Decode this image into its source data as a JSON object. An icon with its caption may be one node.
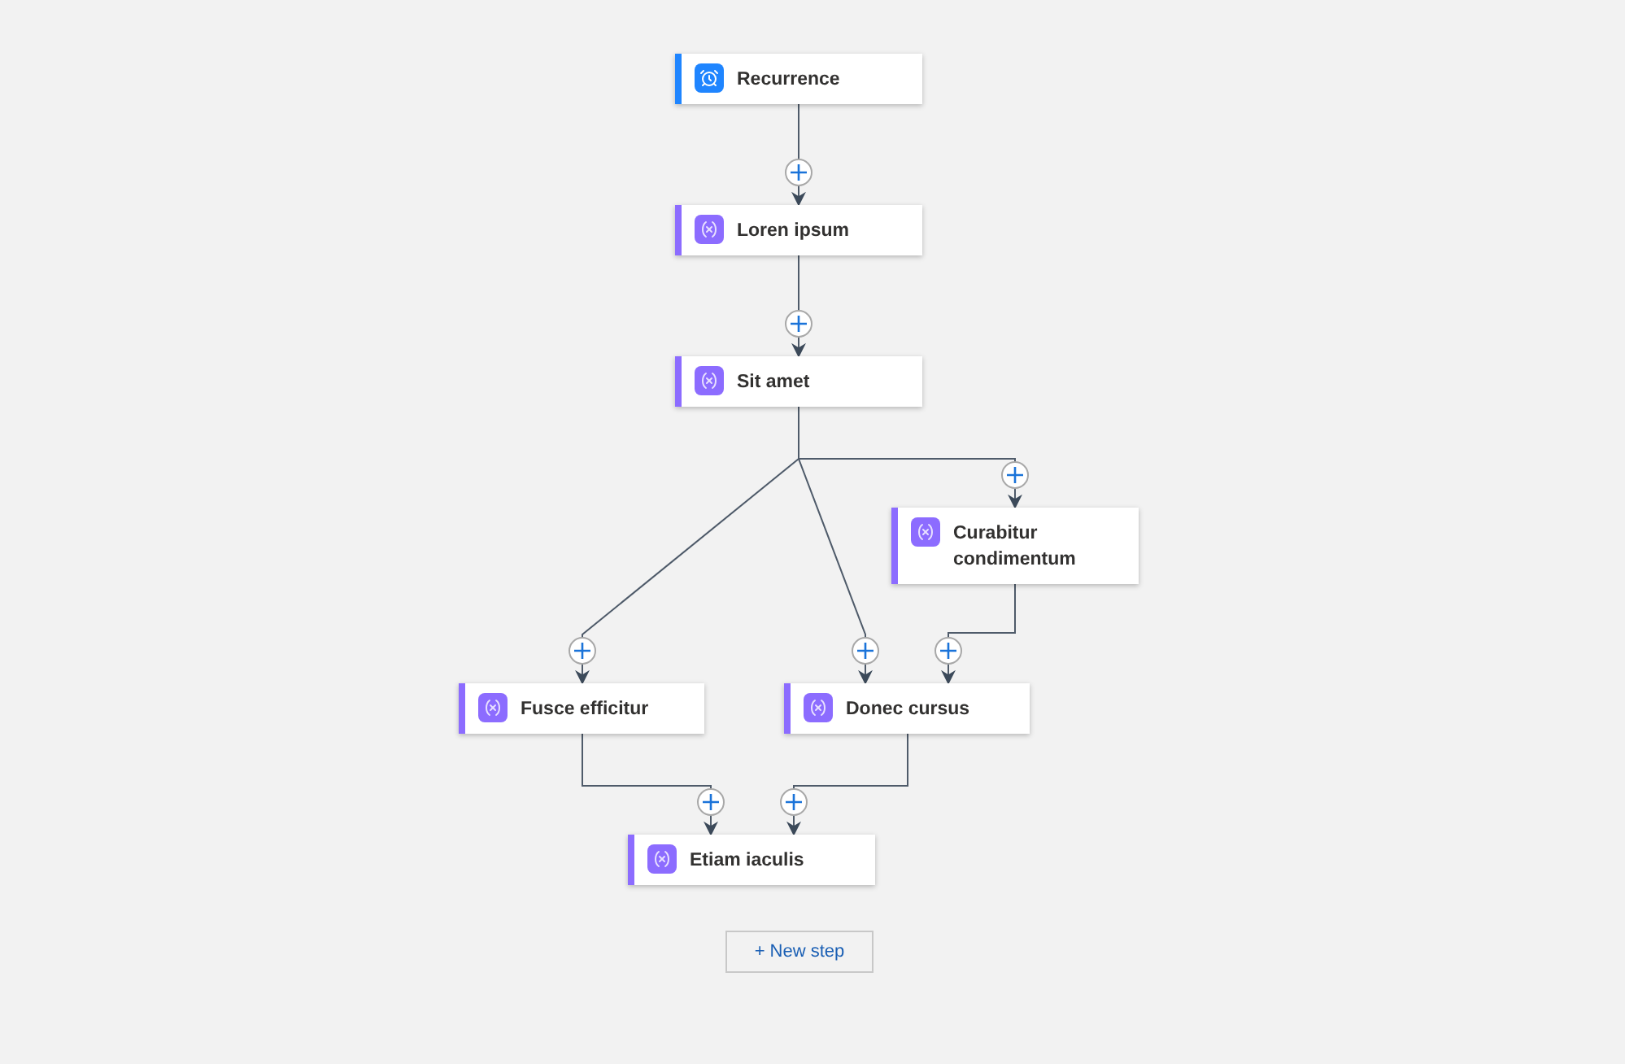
{
  "diagram": {
    "nodes": [
      {
        "text": [
          "Recurrence"
        ]
      },
      {
        "text": [
          "Loren ipsum"
        ]
      },
      {
        "text": [
          "Sit amet"
        ]
      },
      {
        "text": [
          "Curabitur condimentum"
        ]
      },
      {
        "text": [
          "Fusce efficitur"
        ]
      },
      {
        "text": [
          "Donec cursus"
        ]
      },
      {
        "text": [
          "Etiam iaculis"
        ]
      }
    ],
    "edges": [
      {
        "from": 0,
        "to": 1,
        "arrow": "to"
      },
      {
        "from": 1,
        "to": 2,
        "arrow": "to"
      },
      {
        "from": 2,
        "to": 4,
        "arrow": "to"
      },
      {
        "from": 2,
        "to": 5,
        "arrow": "to"
      },
      {
        "from": 2,
        "to": 3,
        "arrow": "to"
      },
      {
        "from": 3,
        "to": 5,
        "arrow": "to"
      },
      {
        "from": 4,
        "to": 6,
        "arrow": "to"
      },
      {
        "from": 5,
        "to": 6,
        "arrow": "to"
      }
    ],
    "labels": [
      "+ New step"
    ]
  }
}
